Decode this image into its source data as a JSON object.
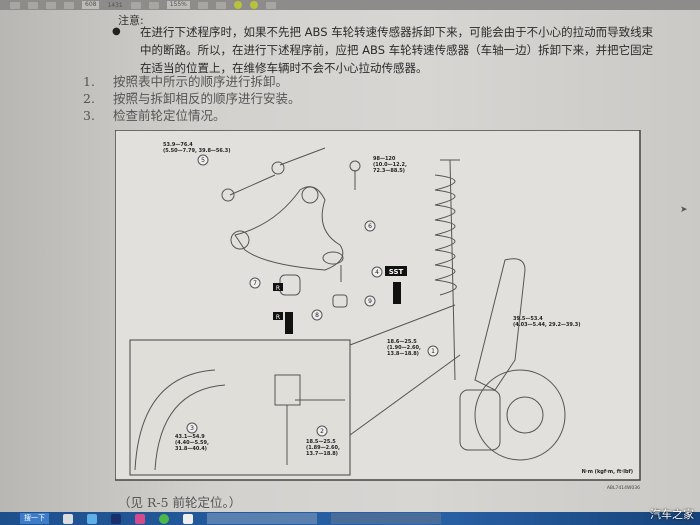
{
  "toolbar": {
    "page_current": "608",
    "page_total": "1431",
    "zoom": "155%"
  },
  "document": {
    "note_label": "注意:",
    "bullet_text": "在进行下述程序时，如果不先把 ABS 车轮转速传感器拆卸下来，可能会由于不小心的拉动而导致线束中的断路。所以，在进行下述程序前，应把 ABS 车轮转速传感器（车轴一边）拆卸下来，并把它固定在适当的位置上，在维修车辆时不会不小心拉动传感器。",
    "steps": [
      {
        "num": "1.",
        "text": "按照表中所示的顺序进行拆卸。"
      },
      {
        "num": "2.",
        "text": "按照与拆卸相反的顺序进行安装。"
      },
      {
        "num": "3.",
        "text": "检查前轮定位情况。"
      }
    ],
    "footer": "（见 R-5 前轮定位。）"
  },
  "diagram": {
    "torque_5": [
      "53.9—76.4",
      "(5.50—7.79, 39.8—56.3)"
    ],
    "torque_bolt": [
      "98—120",
      "(10.0—12.2,",
      "72.3—88.5)"
    ],
    "torque_nut": [
      "39.5—53.4",
      "(4.03—5.44, 29.2—39.3)"
    ],
    "torque_1": [
      "18.6—25.5",
      "(1.90—2.60,",
      "13.8—18.8)"
    ],
    "torque_3": [
      "43.1—54.9",
      "(4.40—5.59,",
      "31.8—40.4)"
    ],
    "torque_2": [
      "18.5—25.5",
      "(1.89—2.60,",
      "13.7—18.8)"
    ],
    "callouts": [
      "1",
      "2",
      "3",
      "4",
      "5",
      "6",
      "7",
      "8",
      "9"
    ],
    "sst_label": "SST",
    "r_label": "R",
    "units": "N·m (kgf·m, ft·lbf)",
    "figure_code": "ABL7414W036"
  },
  "taskbar": {
    "start_label": "搜一下"
  },
  "watermark": "汽车之家"
}
